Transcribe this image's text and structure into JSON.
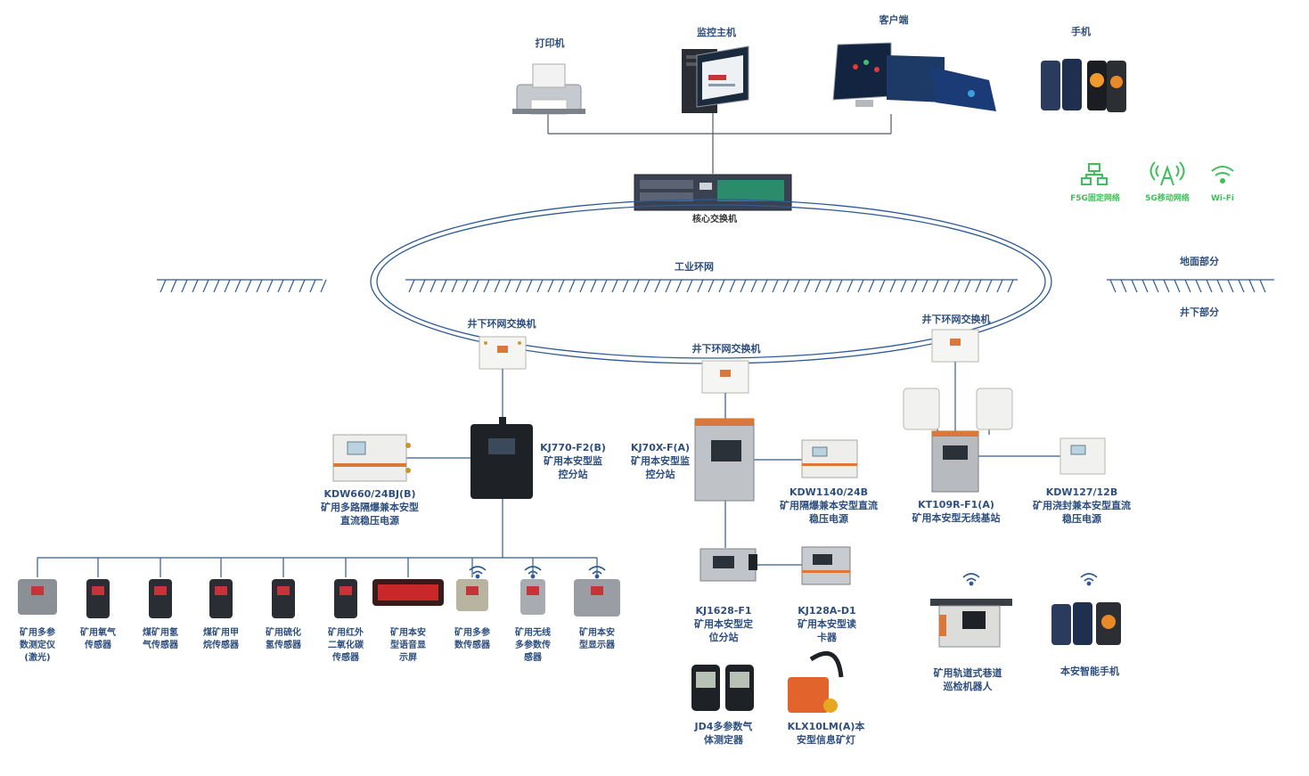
{
  "top": {
    "printer": "打印机",
    "monitor_host": "监控主机",
    "client": "客户端",
    "phone": "手机",
    "core_switch": "核心交换机"
  },
  "network_icons": [
    {
      "label": "F5G固定网络",
      "icon": "network-tree-icon"
    },
    {
      "label": "5G移动网络",
      "icon": "antenna-tower-icon"
    },
    {
      "label": "Wi-Fi",
      "icon": "wifi-icon"
    }
  ],
  "ring": {
    "industrial_ring": "工业环网",
    "ground_part": "地面部分",
    "underground_part": "井下部分",
    "switch_left": "井下环网交换机",
    "switch_mid": "井下环网交换机",
    "switch_right": "井下环网交换机"
  },
  "stations": {
    "kdw660": "KDW660/24BJ(B)\n矿用多路隔爆兼本安型\n直流稳压电源",
    "kj770": "KJ770-F2(B)\n矿用本安型监\n控分站",
    "kj70x": "KJ70X-F(A)\n矿用本安型监\n控分站",
    "kdw1140": "KDW1140/24B\n矿用隔爆兼本安型直流\n稳压电源",
    "kt109r": "KT109R-F1(A)\n矿用本安型无线基站",
    "kdw127": "KDW127/12B\n矿用浇封兼本安型直流\n稳压电源",
    "kj1628": "KJ1628-F1\n矿用本安型定\n位分站",
    "kj128a": "KJ128A-D1\n矿用本安型读\n卡器",
    "jd4": "JD4多参数气\n体测定器",
    "klx10": "KLX10LM(A)本\n安型信息矿灯",
    "robot": "矿用轨道式巷道\n巡检机器人",
    "smartphone": "本安智能手机"
  },
  "sensors": [
    "矿用多参\n数测定仪\n(激光)",
    "矿用氧气\n传感器",
    "煤矿用氢\n气传感器",
    "煤矿用甲\n烷传感器",
    "矿用硫化\n氢传感器",
    "矿用红外\n二氧化碳\n传感器",
    "矿用本安\n型语音显\n示屏",
    "矿用多参\n数传感器",
    "矿用无线\n多参数传\n感器",
    "矿用本安\n型显示器"
  ],
  "colors": {
    "line": "#2e5b96",
    "label": "#2e4f7f",
    "green": "#3fbf5a",
    "device_gray": "#b8bcc2",
    "device_orange": "#d9783a",
    "device_black": "#1e2227"
  }
}
